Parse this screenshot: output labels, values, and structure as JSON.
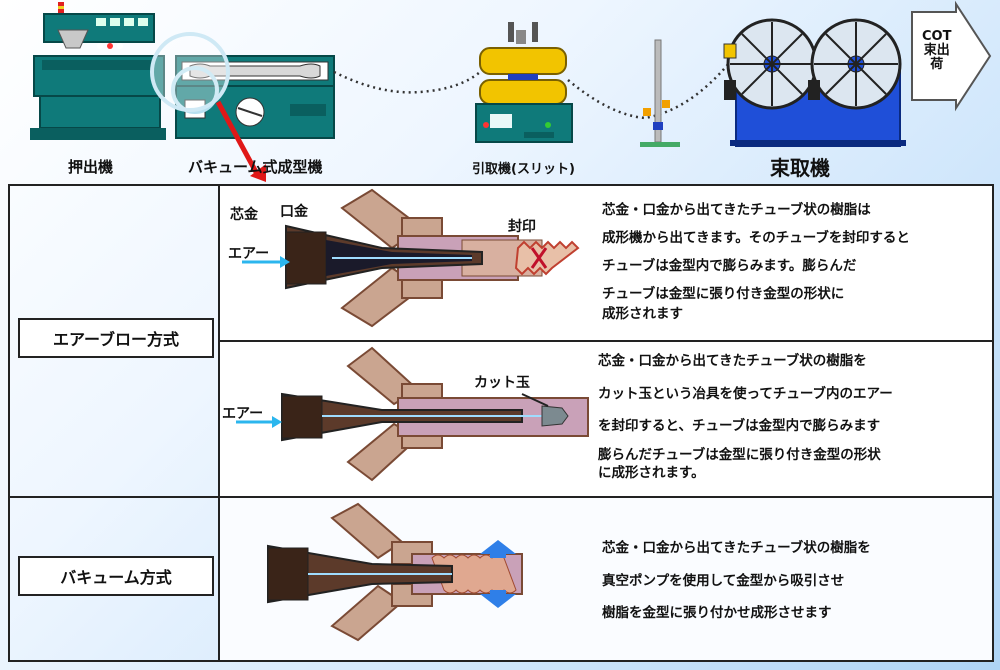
{
  "captions": {
    "extruder": "押出機",
    "vacuum_machine": "バキューム式成型機",
    "puller": "引取機(スリット)",
    "winder": "束取機",
    "ship": "COT\n束出\n荷"
  },
  "methods": {
    "air_blow": "エアーブロー方式",
    "vacuum": "バキューム方式"
  },
  "row1": {
    "labels": {
      "core": "芯金",
      "die": "口金",
      "air": "エアー",
      "seal": "封印"
    },
    "desc": [
      "芯金・口金から出てきたチューブ状の樹脂は",
      "成形機から出てきます。そのチューブを封印すると",
      "チューブは金型内で膨らみます。膨らんだ",
      "チューブは金型に張り付き金型の形状に",
      "成形されます"
    ]
  },
  "row2": {
    "labels": {
      "air": "エアー",
      "cut": "カット玉"
    },
    "desc": [
      "芯金・口金から出てきたチューブ状の樹脂を",
      "カット玉という冶具を使ってチューブ内のエアー",
      "を封印すると、チューブは金型内で膨らみます",
      "膨らんだチューブは金型に張り付き金型の形状",
      "に成形されます。"
    ]
  },
  "row3": {
    "desc": [
      "芯金・口金から出てきたチューブ状の樹脂を",
      "真空ポンプを使用して金型から吸引させ",
      "樹脂を金型に張り付かせ成形させます"
    ]
  },
  "colors": {
    "machine_teal": "#0f7a7a",
    "mold_brown": "#7a4a35",
    "mold_fill": "#caa590",
    "winder_blue": "#1f4fd8",
    "puller_yellow": "#f2c400",
    "air_arrow": "#2bb6ee",
    "seal_red": "#c0102a",
    "red_arrow": "#e01818"
  }
}
